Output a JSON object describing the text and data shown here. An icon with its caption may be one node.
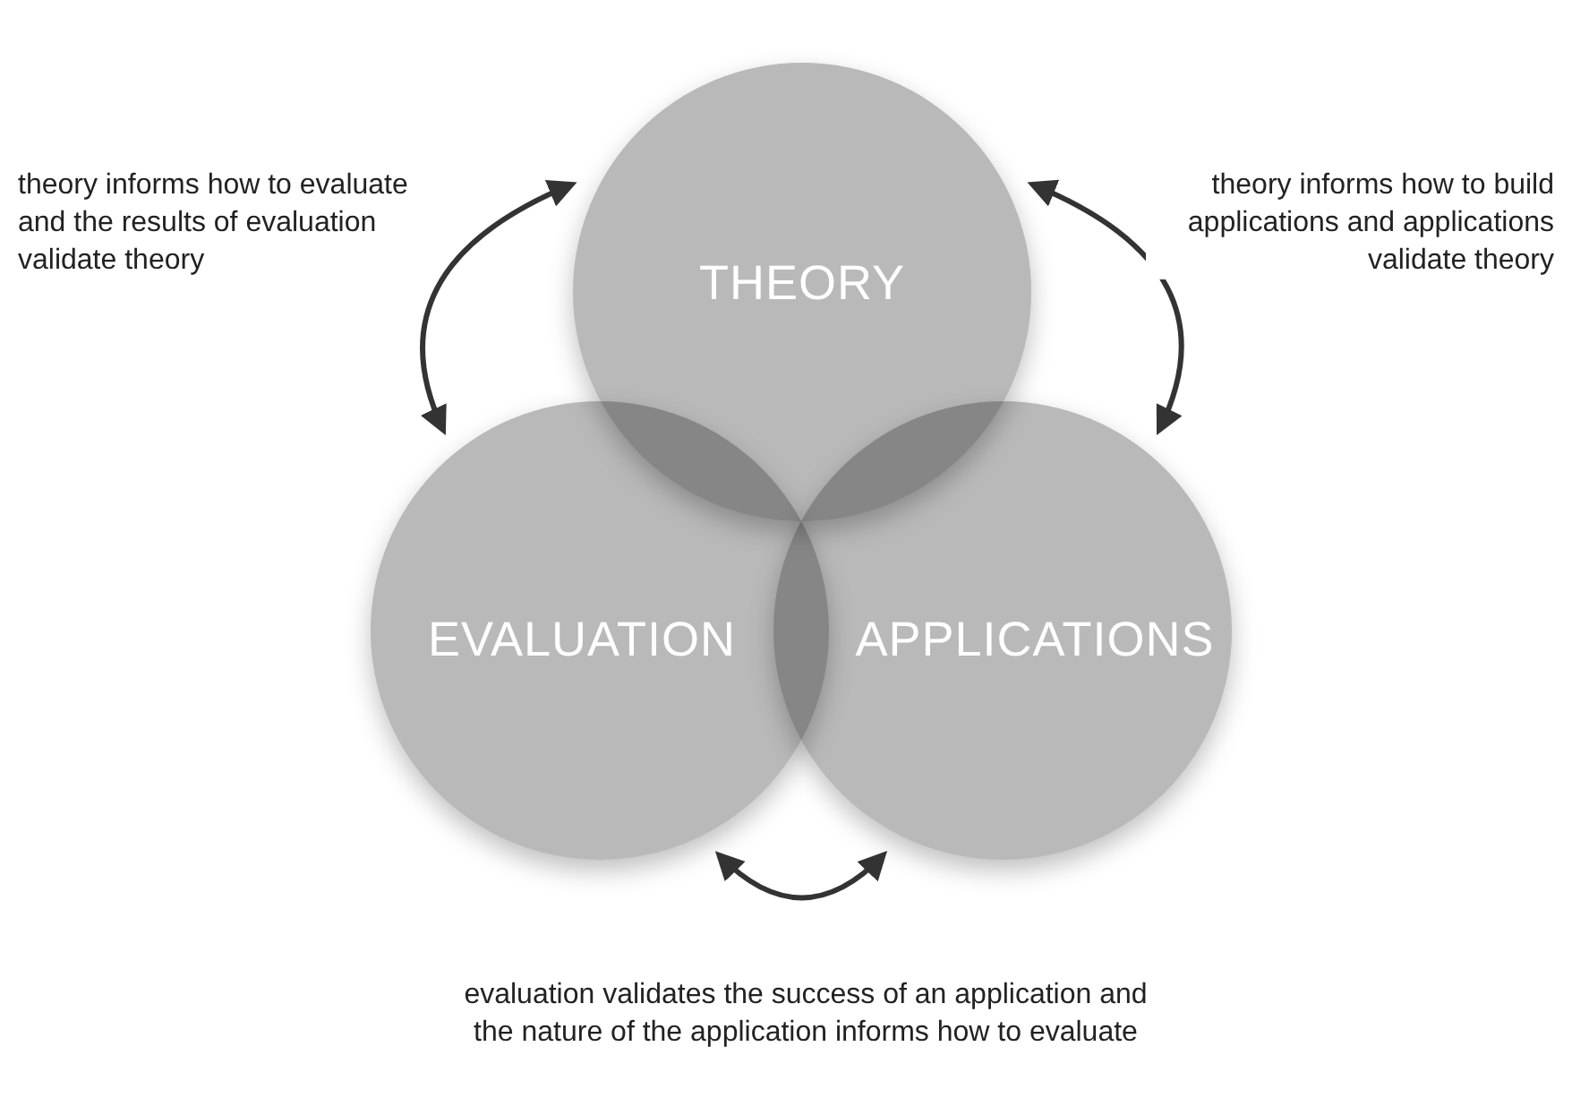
{
  "diagram": {
    "nodes": [
      {
        "text": [
          "THEORY"
        ]
      },
      {
        "text": [
          "EVALUATION"
        ]
      },
      {
        "text": [
          "APPLICATIONS"
        ]
      }
    ],
    "edges": [
      {
        "from": 0,
        "to": 1,
        "arrow": "both",
        "label": "theory informs how to evaluate and the results of evaluation validate theory"
      },
      {
        "from": 0,
        "to": 2,
        "arrow": "both",
        "label": "theory informs how to build applications and applications validate theory"
      },
      {
        "from": 1,
        "to": 2,
        "arrow": "both",
        "label": "evaluation validates the success of an application and the nature of the application informs how to evaluate"
      }
    ]
  }
}
